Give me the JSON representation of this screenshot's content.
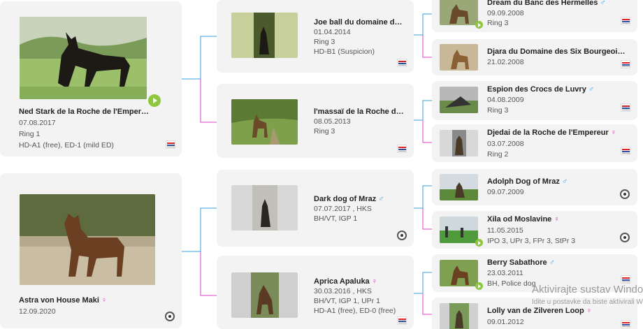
{
  "colors": {
    "male_line": "#3aa0e0",
    "female_line": "#e040c8",
    "card_bg": "#f3f3f3",
    "play": "#8dc63f"
  },
  "sire": {
    "name": "Ned Stark de la Roche de l'Empereur",
    "sex": "♂",
    "date": "07.08.2017",
    "line2": "Ring 1",
    "line3": "HD-A1 (free), ED-1 (mild ED)"
  },
  "dam": {
    "name": "Astra von House Maki",
    "sex": "♀",
    "date": "12.09.2020"
  },
  "gen2": [
    {
      "name": "Joe ball du domaine de...",
      "sex": "",
      "date": "01.04.2014",
      "line2": "Ring 3",
      "line3": "HD-B1 (Suspicion)"
    },
    {
      "name": "l'massaï de la Roche de ...",
      "sex": "",
      "date": "08.05.2013",
      "line2": "Ring 3",
      "line3": ""
    },
    {
      "name": "Dark dog of Mraz",
      "sex": "♂",
      "date": "07.07.2017 , HKS",
      "line2": "BH/VT, IGP 1",
      "line3": ""
    },
    {
      "name": "Aprica Apaluka",
      "sex": "♀",
      "date": "30.03.2016 , HKS",
      "line2": "BH/VT, IGP 1, UPr 1",
      "line3": "HD-A1 (free), ED-0 (free)"
    }
  ],
  "gen3": [
    {
      "name": "Dream du Banc des Hermelles",
      "sex": "♂",
      "date": "09.09.2008",
      "line2": "Ring 3"
    },
    {
      "name": "Djara du Domaine des Six Bourgeois",
      "sex": "♀",
      "date": "21.02.2008",
      "line2": ""
    },
    {
      "name": "Espion des Crocs de Luvry",
      "sex": "♂",
      "date": "04.08.2009",
      "line2": "Ring 3"
    },
    {
      "name": "Djedai de la Roche de l'Empereur",
      "sex": "♀",
      "date": "03.07.2008",
      "line2": "Ring 2"
    },
    {
      "name": "Adolph Dog of Mraz",
      "sex": "♂",
      "date": "09.07.2009",
      "line2": ""
    },
    {
      "name": "Xila od Moslavine",
      "sex": "♀",
      "date": "11.05.2015",
      "line2": "IPO 3, UPr 3, FPr 3, StPr 3"
    },
    {
      "name": "Berry Sabathore",
      "sex": "♂",
      "date": "23.03.2011",
      "line2": "BH, Police dog"
    },
    {
      "name": "Lolly van de Zilveren Loop",
      "sex": "♀",
      "date": "09.01.2012",
      "line2": ""
    }
  ],
  "watermark": {
    "title": "Aktivirajte sustav Windows",
    "subtitle": "Idite u postavke da biste aktivirali W"
  },
  "icons": {
    "play": "play-icon",
    "flag": "kennel-club-flag-icon",
    "badge": "fci-badge-icon"
  }
}
